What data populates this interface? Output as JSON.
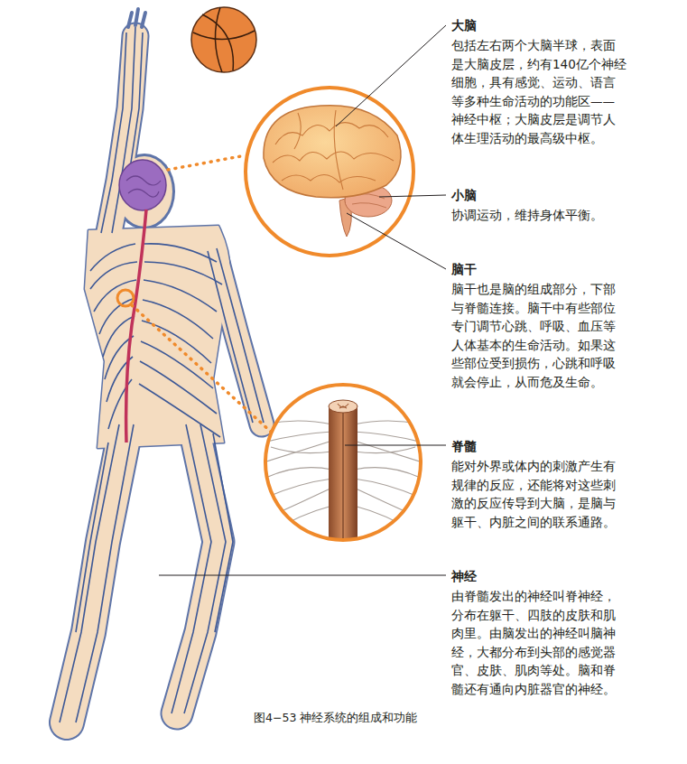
{
  "diagram": {
    "caption": "图4−53 神经系统的组成和功能",
    "labels": [
      "大脑",
      "包括左右两个大脑半球，表面是大脑皮层，约有140亿个神经细胞，具有感觉、运动、语言等多种生命活动的功能区——神经中枢；大脑皮层是调节人体生理活动的最高级中枢。",
      "小脑",
      "协调运动，维持身体平衡。",
      "脑干",
      "脑干也是脑的组成部分，下部与脊髓连接。脑干中有些部位专门调节心跳、呼吸、血压等人体基本的生命活动。如果这些部位受到损伤，心跳和呼吸就会停止，从而危及生命。",
      "脊髓",
      "能对外界或体内的刺激产生有规律的反应，还能将对这些刺激的反应传导到大脑，是脑与躯干、内脏之间的联系通路。",
      "神经",
      "由脊髓发出的神经叫脊神经，分布在躯干、四肢的皮肤和肌肉里。由脑发出的神经叫脑神经，大都分布到头部的感觉器官、皮肤、肌肉等处。脑和脊髓还有通向内脏器官的神经。"
    ]
  }
}
